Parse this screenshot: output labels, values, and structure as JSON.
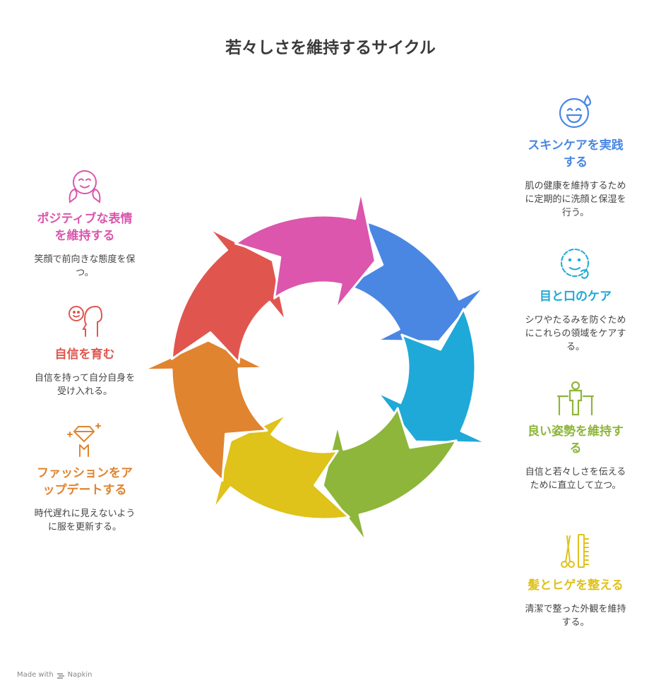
{
  "title": "若々しさを維持するサイクル",
  "steps": [
    {
      "id": "skincare",
      "heading": "スキンケアを実践する",
      "desc": "肌の健康を維持するために定期的に洗顔と保湿を行う。",
      "color": "#4A87E3",
      "icon": "sweat-smile-face-icon"
    },
    {
      "id": "eye-mouth",
      "heading": "目と口のケア",
      "desc": "シワやたるみを防ぐためにこれらの領域をケアする。",
      "color": "#1FA9D8",
      "icon": "face-care-icon"
    },
    {
      "id": "posture",
      "heading": "良い姿勢を維持する",
      "desc": "自信と若々しさを伝えるために直立して立つ。",
      "color": "#8DB63B",
      "icon": "person-posture-icon"
    },
    {
      "id": "hair-beard",
      "heading": "髪とヒゲを整える",
      "desc": "清潔で整った外観を維持する。",
      "color": "#DFC21A",
      "icon": "comb-scissors-icon"
    },
    {
      "id": "fashion",
      "heading": "ファッションをアップデートする",
      "desc": "時代遅れに見えないように服を更新する。",
      "color": "#E08430",
      "icon": "diamond-sparkle-icon"
    },
    {
      "id": "confidence",
      "heading": "自信を育む",
      "desc": "自信を持って自分自身を受け入れる。",
      "color": "#E0564F",
      "icon": "head-profile-icon"
    },
    {
      "id": "positive",
      "heading": "ポジティブな表情を維持する",
      "desc": "笑顔で前向きな態度を保つ。",
      "color": "#DB56AC",
      "icon": "happy-face-icon"
    }
  ],
  "footer": {
    "made_with": "Made with",
    "brand": "Napkin"
  }
}
